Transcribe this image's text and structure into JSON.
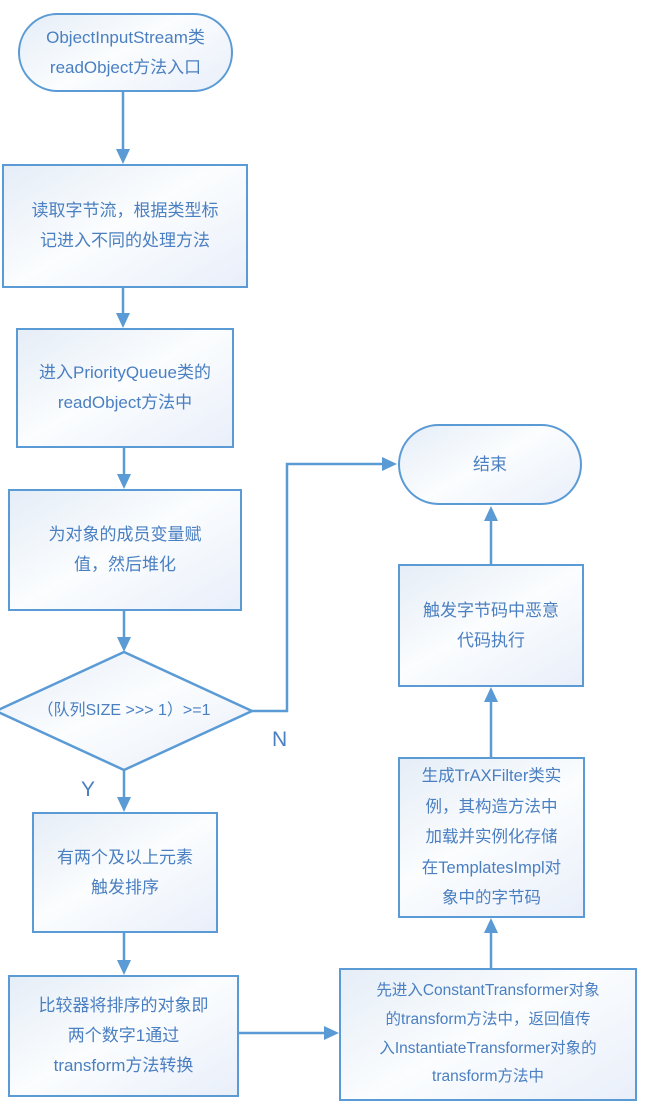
{
  "colors": {
    "stroke": "#5b9bd5",
    "text": "#4a7fc1"
  },
  "diagram": {
    "type": "flowchart",
    "topic": "Java PriorityQueue deserialization gadget-chain execution flow"
  },
  "nodes": {
    "start": {
      "shape": "stadium",
      "label": "ObjectInputStream类\nreadObject方法入口"
    },
    "read_bytes": {
      "shape": "rect",
      "label": "读取字节流，根据类型标\n记进入不同的处理方法"
    },
    "priority_queue": {
      "shape": "rect",
      "label": "进入PriorityQueue类的\nreadObject方法中"
    },
    "assign_members": {
      "shape": "rect",
      "label": "为对象的成员变量赋\n值，然后堆化"
    },
    "decision": {
      "shape": "diamond",
      "label": "（队列SIZE >>> 1）>=1"
    },
    "trigger_sort": {
      "shape": "rect",
      "label": "有两个及以上元素\n触发排序"
    },
    "comparator_transform": {
      "shape": "rect",
      "label": "比较器将排序的对象即\n两个数字1通过\ntransform方法转换"
    },
    "constant_transformer": {
      "shape": "rect",
      "label": "先进入ConstantTransformer对象\n的transform方法中，返回值传\n入InstantiateTransformer对象的\ntransform方法中"
    },
    "trax_filter": {
      "shape": "rect",
      "label": "生成TrAXFilter类实\n例，其构造方法中\n加载并实例化存储\n在TemplatesImpl对\n象中的字节码"
    },
    "execute_malicious": {
      "shape": "rect",
      "label": "触发字节码中恶意\n代码执行"
    },
    "end": {
      "shape": "stadium",
      "label": "结束"
    }
  },
  "edge_labels": {
    "yes": "Y",
    "no": "N"
  }
}
